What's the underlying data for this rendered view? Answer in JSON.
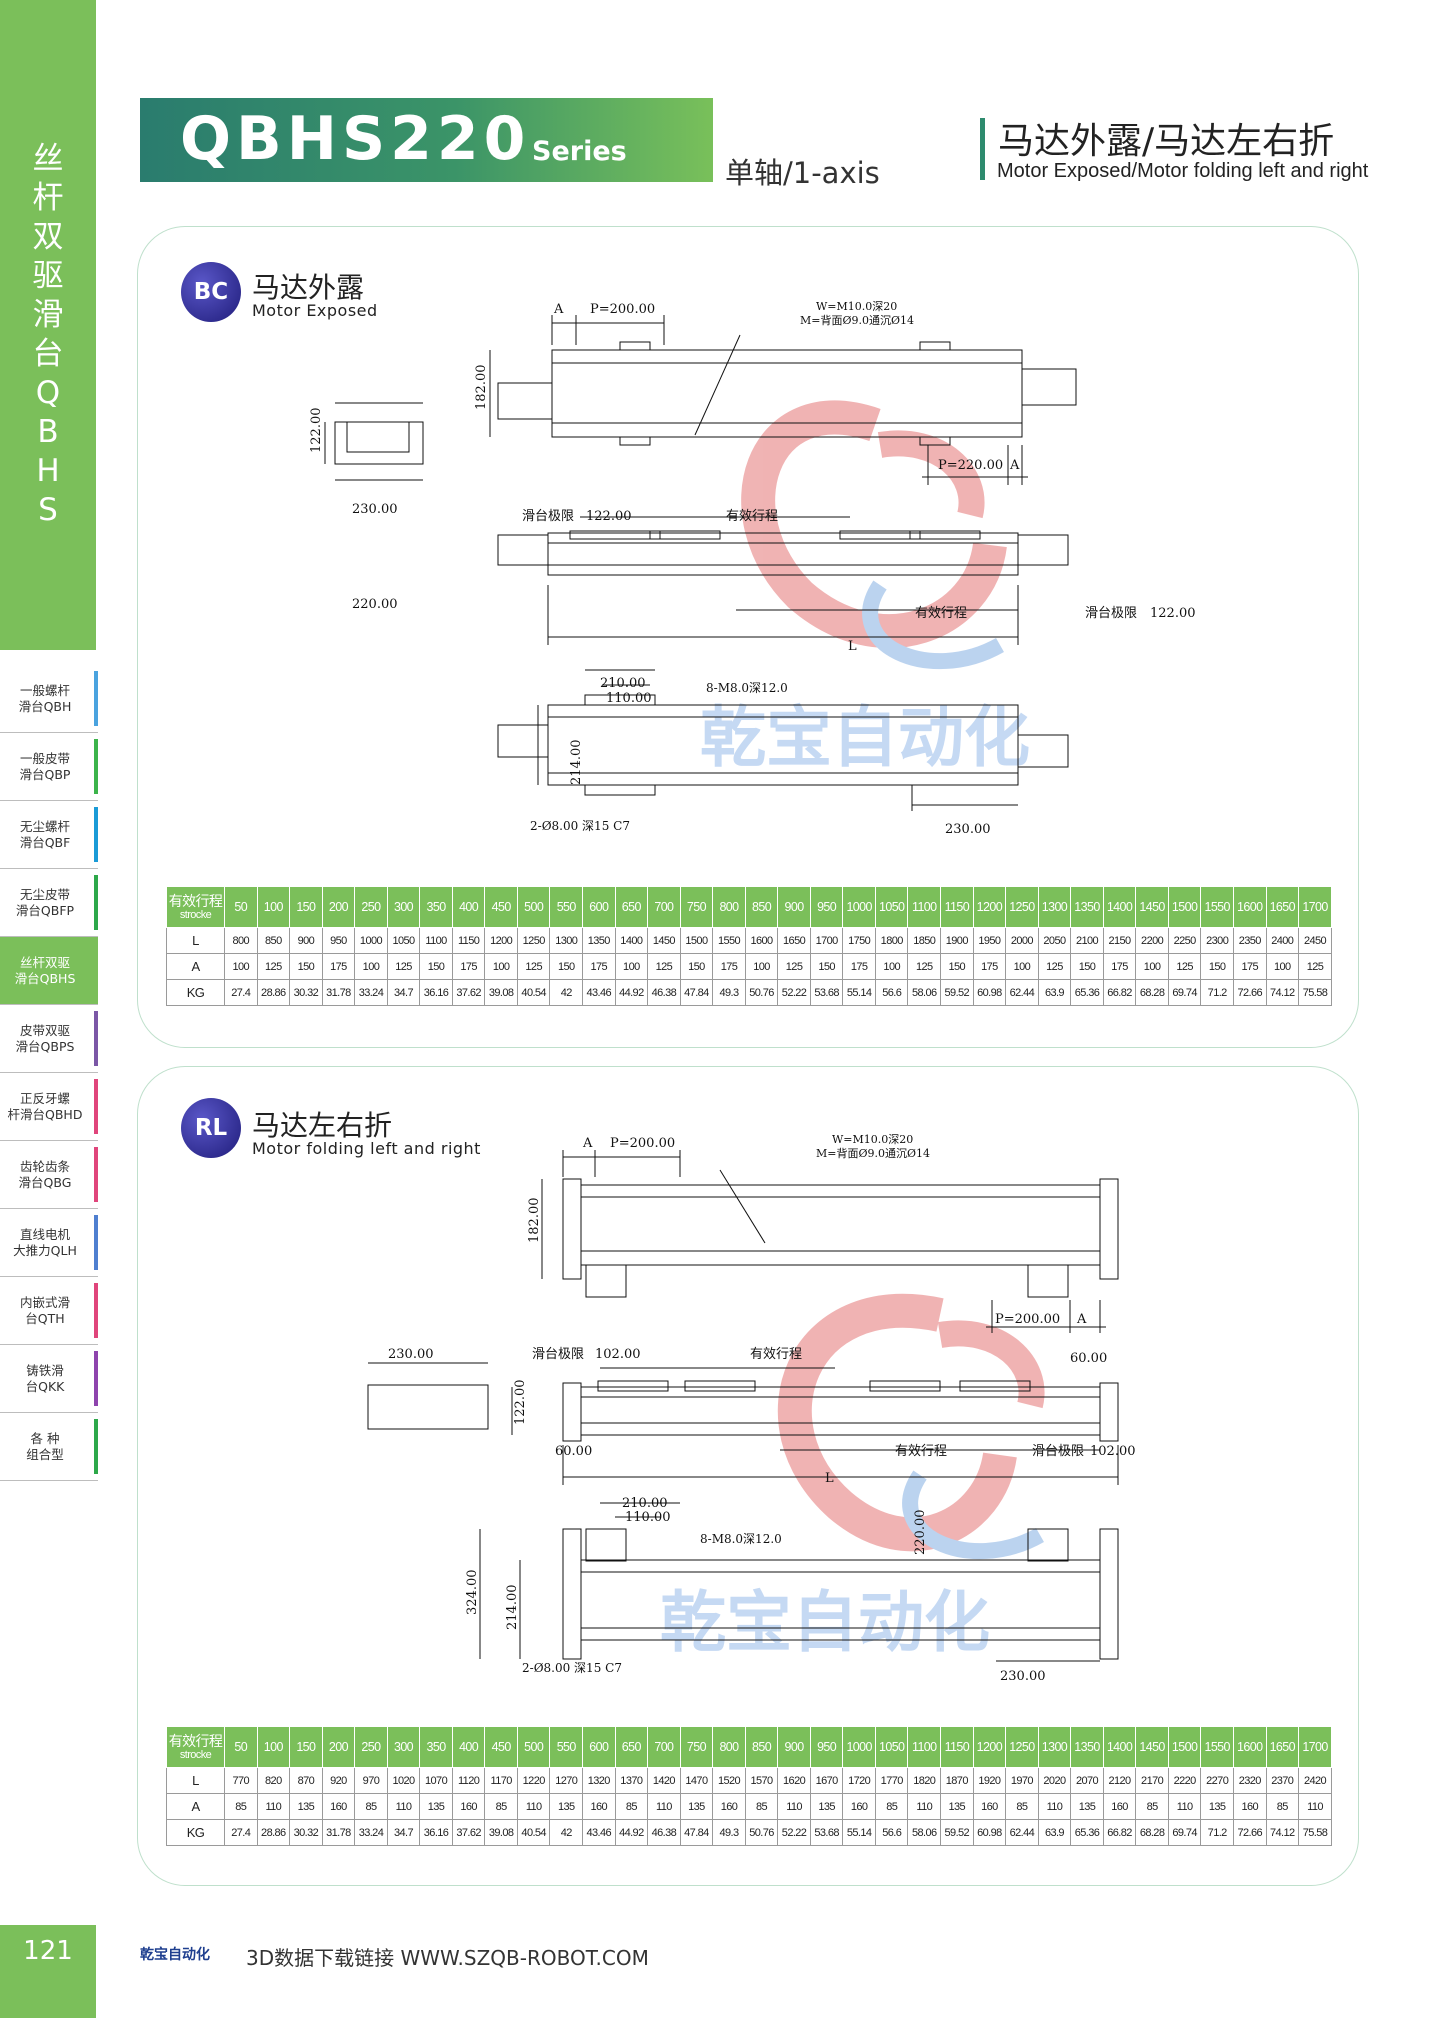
{
  "sidebar": {
    "title": "丝杆双驱滑台QBHS",
    "items": [
      {
        "label": "一般螺杆\n滑台QBH",
        "color": "#4aa3df",
        "active": false
      },
      {
        "label": "一般皮带\n滑台QBP",
        "color": "#3cb44b",
        "active": false
      },
      {
        "label": "无尘螺杆\n滑台QBF",
        "color": "#1a9bd7",
        "active": false
      },
      {
        "label": "无尘皮带\n滑台QBFP",
        "color": "#2da84a",
        "active": false
      },
      {
        "label": "丝杆双驱\n滑台QBHS",
        "color": "#7bbf5a",
        "active": true
      },
      {
        "label": "皮带双驱\n滑台QBPS",
        "color": "#7b57a6",
        "active": false
      },
      {
        "label": "正反牙螺\n杆滑台QBHD",
        "color": "#e0457b",
        "active": false
      },
      {
        "label": "齿轮齿条\n滑台QBG",
        "color": "#e0457b",
        "active": false
      },
      {
        "label": "直线电机\n大推力QLH",
        "color": "#4f7fd0",
        "active": false
      },
      {
        "label": "内嵌式滑\n台QTH",
        "color": "#e0457b",
        "active": false
      },
      {
        "label": "铸铁滑\n台QKK",
        "color": "#8e44ad",
        "active": false
      },
      {
        "label": "各  种\n组合型",
        "color": "#2da84a",
        "active": false
      }
    ],
    "page_number": "121"
  },
  "header": {
    "model": "QBHS220",
    "series": "Series",
    "axis": "单轴/1-axis",
    "title_cn": "马达外露/马达左右折",
    "title_en": "Motor Exposed/Motor folding left and right"
  },
  "watermark": "乾宝自动化",
  "sections": [
    {
      "badge": "BC",
      "title": "马达外露",
      "subtitle": "Motor Exposed",
      "drawing": {
        "top_dims": [
          "A",
          "P=200.00",
          "W=M10.0深20",
          "M=背面Ø9.0通沉Ø14",
          "182.00",
          "P=220.00",
          "A"
        ],
        "end_view": [
          "230.00",
          "122.00",
          "220.00"
        ],
        "mid_dims": [
          "滑台极限",
          "122.00",
          "有效行程",
          "有效行程",
          "滑台极限",
          "122.00",
          "L"
        ],
        "bottom_dims": [
          "210.00",
          "110.00",
          "8-M8.0深12.0",
          "214.00",
          "2-Ø8.00 深15 C7",
          "230.00"
        ]
      },
      "table": {
        "header_cn": "有效行程",
        "header_en": "strocke",
        "strokes": [
          "50",
          "100",
          "150",
          "200",
          "250",
          "300",
          "350",
          "400",
          "450",
          "500",
          "550",
          "600",
          "650",
          "700",
          "750",
          "800",
          "850",
          "900",
          "950",
          "1000",
          "1050",
          "1100",
          "1150",
          "1200",
          "1250",
          "1300",
          "1350",
          "1400",
          "1450",
          "1500",
          "1550",
          "1600",
          "1650",
          "1700"
        ],
        "rows": [
          {
            "label": "L",
            "values": [
              "800",
              "850",
              "900",
              "950",
              "1000",
              "1050",
              "1100",
              "1150",
              "1200",
              "1250",
              "1300",
              "1350",
              "1400",
              "1450",
              "1500",
              "1550",
              "1600",
              "1650",
              "1700",
              "1750",
              "1800",
              "1850",
              "1900",
              "1950",
              "2000",
              "2050",
              "2100",
              "2150",
              "2200",
              "2250",
              "2300",
              "2350",
              "2400",
              "2450"
            ]
          },
          {
            "label": "A",
            "values": [
              "100",
              "125",
              "150",
              "175",
              "100",
              "125",
              "150",
              "175",
              "100",
              "125",
              "150",
              "175",
              "100",
              "125",
              "150",
              "175",
              "100",
              "125",
              "150",
              "175",
              "100",
              "125",
              "150",
              "175",
              "100",
              "125",
              "150",
              "175",
              "100",
              "125",
              "150",
              "175",
              "100",
              "125"
            ]
          },
          {
            "label": "KG",
            "values": [
              "27.4",
              "28.86",
              "30.32",
              "31.78",
              "33.24",
              "34.7",
              "36.16",
              "37.62",
              "39.08",
              "40.54",
              "42",
              "43.46",
              "44.92",
              "46.38",
              "47.84",
              "49.3",
              "50.76",
              "52.22",
              "53.68",
              "55.14",
              "56.6",
              "58.06",
              "59.52",
              "60.98",
              "62.44",
              "63.9",
              "65.36",
              "66.82",
              "68.28",
              "69.74",
              "71.2",
              "72.66",
              "74.12",
              "75.58"
            ]
          }
        ]
      }
    },
    {
      "badge": "RL",
      "title": "马达左右折",
      "subtitle": "Motor folding left and right",
      "drawing": {
        "top_dims": [
          "A",
          "P=200.00",
          "W=M10.0深20",
          "M=背面Ø9.0通沉Ø14",
          "182.00",
          "P=200.00",
          "A"
        ],
        "end_view": [
          "230.00",
          "122.00"
        ],
        "mid_dims": [
          "滑台极限",
          "102.00",
          "有效行程",
          "60.00",
          "60.00",
          "有效行程",
          "滑台极限",
          "102.00",
          "L"
        ],
        "bottom_dims": [
          "210.00",
          "110.00",
          "8-M8.0深12.0",
          "220.00",
          "324.00",
          "214.00",
          "2-Ø8.00 深15 C7",
          "230.00"
        ]
      },
      "table": {
        "header_cn": "有效行程",
        "header_en": "strocke",
        "strokes": [
          "50",
          "100",
          "150",
          "200",
          "250",
          "300",
          "350",
          "400",
          "450",
          "500",
          "550",
          "600",
          "650",
          "700",
          "750",
          "800",
          "850",
          "900",
          "950",
          "1000",
          "1050",
          "1100",
          "1150",
          "1200",
          "1250",
          "1300",
          "1350",
          "1400",
          "1450",
          "1500",
          "1550",
          "1600",
          "1650",
          "1700"
        ],
        "rows": [
          {
            "label": "L",
            "values": [
              "770",
              "820",
              "870",
              "920",
              "970",
              "1020",
              "1070",
              "1120",
              "1170",
              "1220",
              "1270",
              "1320",
              "1370",
              "1420",
              "1470",
              "1520",
              "1570",
              "1620",
              "1670",
              "1720",
              "1770",
              "1820",
              "1870",
              "1920",
              "1970",
              "2020",
              "2070",
              "2120",
              "2170",
              "2220",
              "2270",
              "2320",
              "2370",
              "2420"
            ]
          },
          {
            "label": "A",
            "values": [
              "85",
              "110",
              "135",
              "160",
              "85",
              "110",
              "135",
              "160",
              "85",
              "110",
              "135",
              "160",
              "85",
              "110",
              "135",
              "160",
              "85",
              "110",
              "135",
              "160",
              "85",
              "110",
              "135",
              "160",
              "85",
              "110",
              "135",
              "160",
              "85",
              "110",
              "135",
              "160",
              "85",
              "110"
            ]
          },
          {
            "label": "KG",
            "values": [
              "27.4",
              "28.86",
              "30.32",
              "31.78",
              "33.24",
              "34.7",
              "36.16",
              "37.62",
              "39.08",
              "40.54",
              "42",
              "43.46",
              "44.92",
              "46.38",
              "47.84",
              "49.3",
              "50.76",
              "52.22",
              "53.68",
              "55.14",
              "56.6",
              "58.06",
              "59.52",
              "60.98",
              "62.44",
              "63.9",
              "65.36",
              "66.82",
              "68.28",
              "69.74",
              "71.2",
              "72.66",
              "74.12",
              "75.58"
            ]
          }
        ]
      }
    }
  ],
  "footer": {
    "logo": "乾宝自动化",
    "text": "3D数据下载链接 WWW.SZQB-ROBOT.COM"
  }
}
